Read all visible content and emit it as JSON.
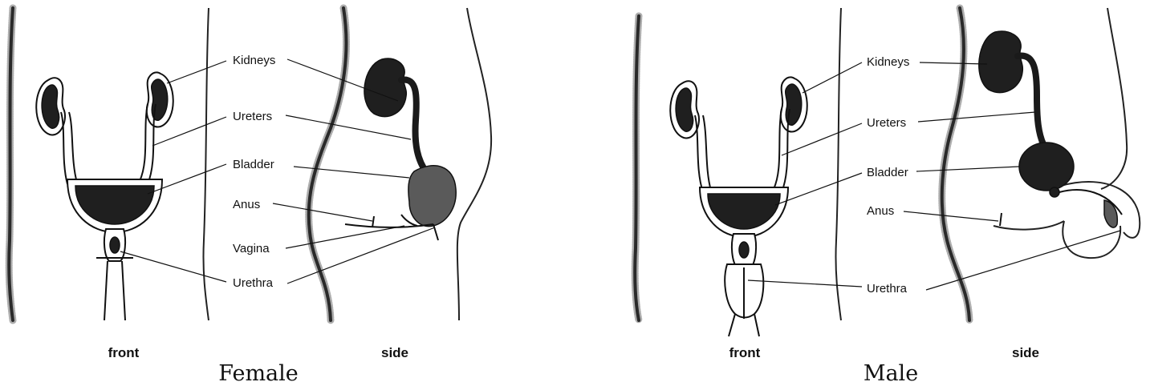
{
  "female": {
    "title": "Female",
    "front_label": "front",
    "side_label": "side",
    "labels": {
      "kidneys": "Kidneys",
      "ureters": "Ureters",
      "bladder": "Bladder",
      "anus": "Anus",
      "vagina": "Vagina",
      "urethra": "Urethra"
    }
  },
  "male": {
    "title": "Male",
    "front_label": "front",
    "side_label": "side",
    "labels": {
      "kidneys": "Kidneys",
      "ureters": "Ureters",
      "bladder": "Bladder",
      "anus": "Anus",
      "urethra": "Urethra"
    }
  }
}
